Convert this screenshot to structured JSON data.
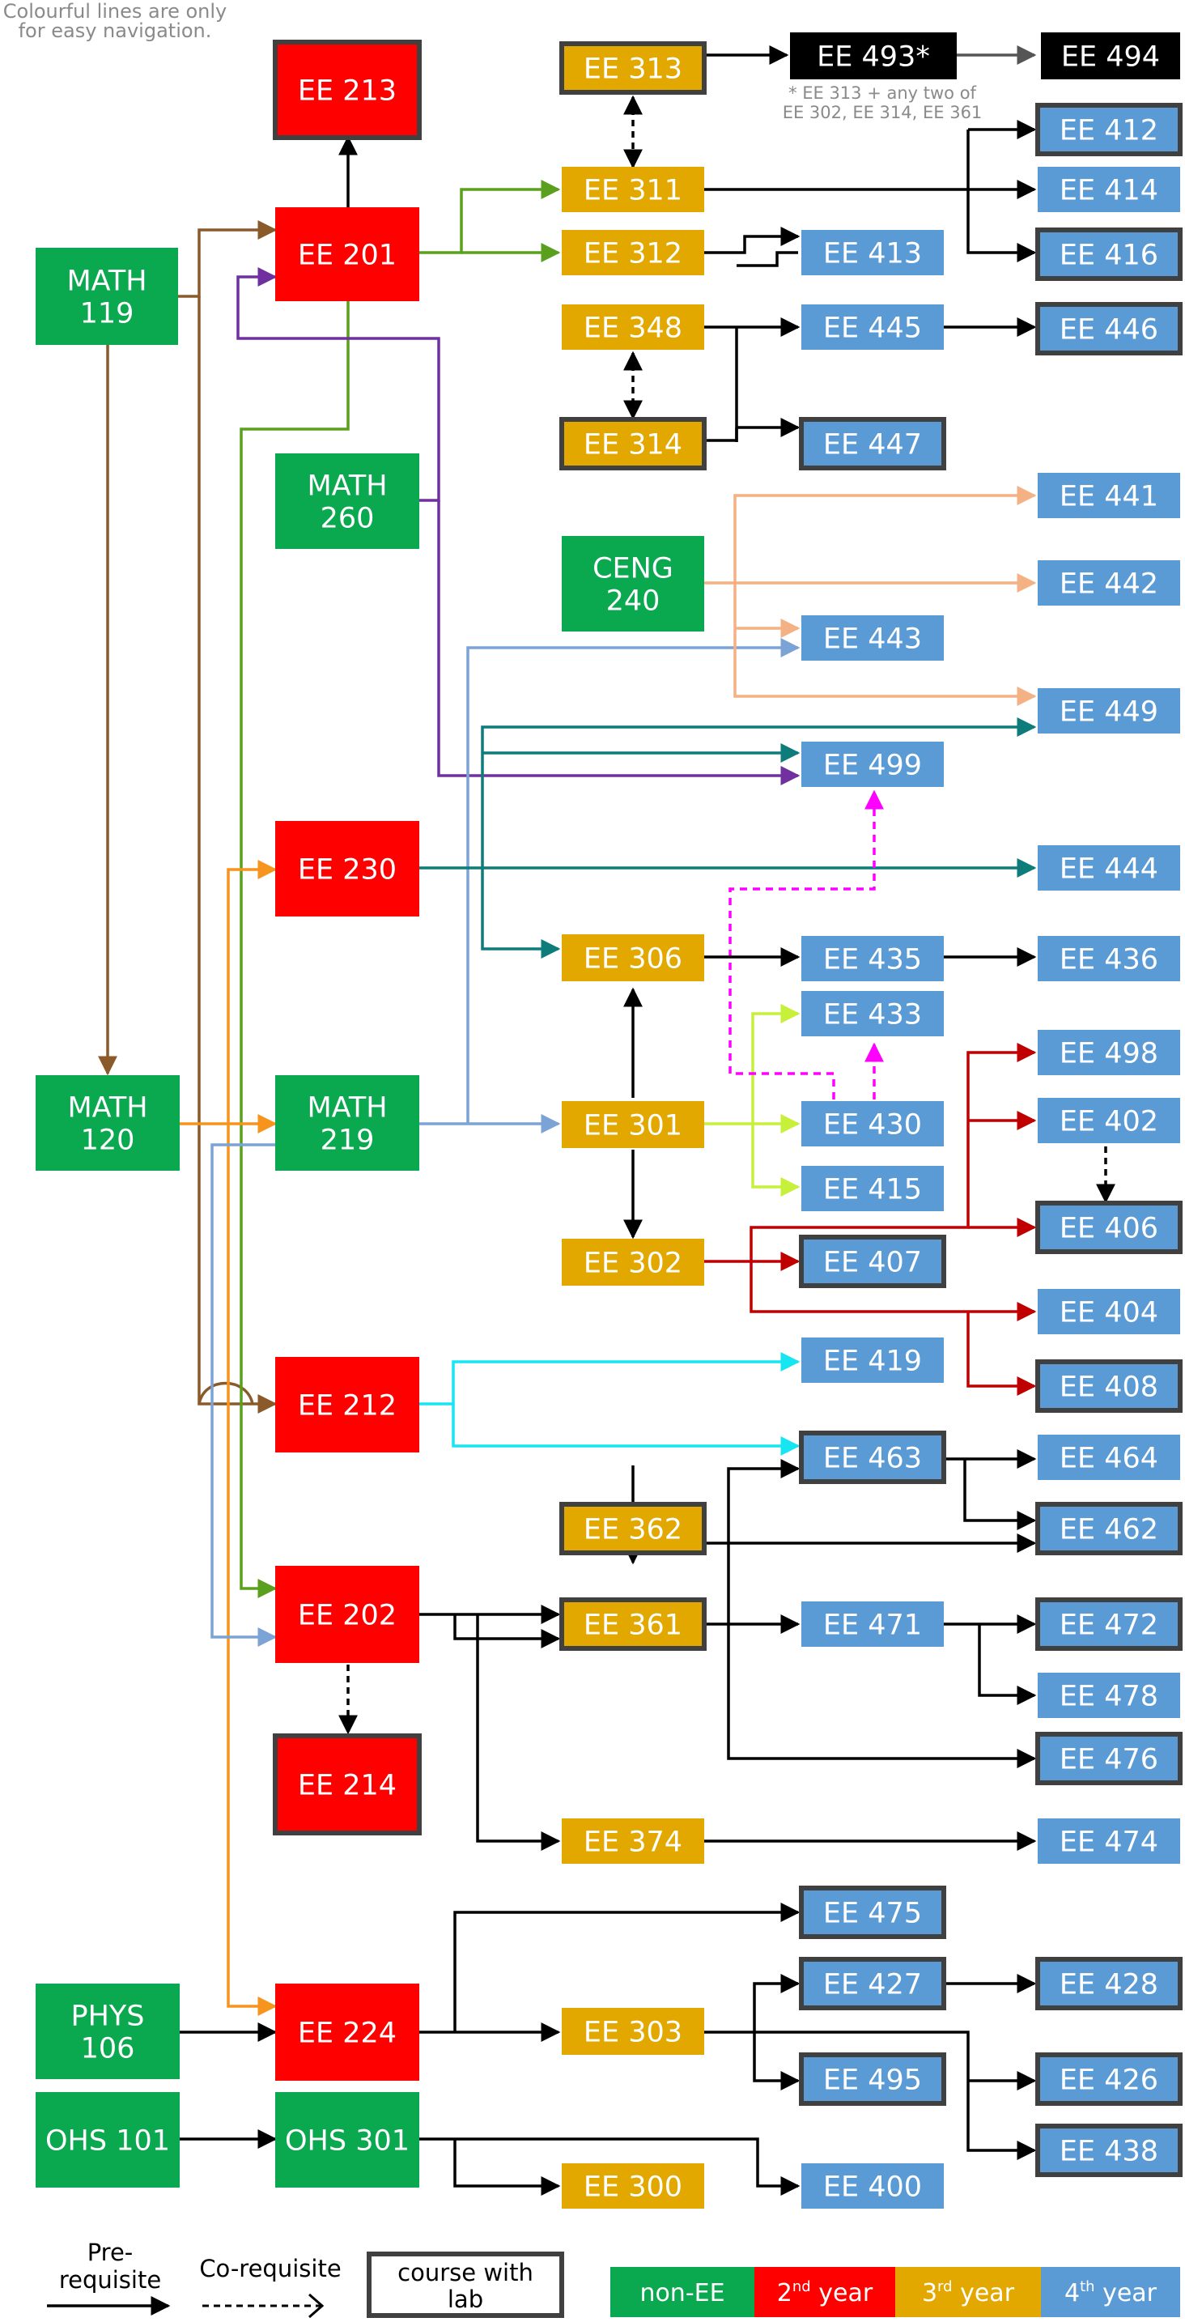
{
  "note": [
    "Colourful lines are only",
    "for easy navigation."
  ],
  "footnote": [
    "* EE 313 + any two of",
    "EE 302, EE 314, EE 361"
  ],
  "colors": {
    "non_ee": "#0aa84f",
    "second_year": "#ff0000",
    "third_year": "#e2a800",
    "fourth_year": "#5b9bd5",
    "capstone": "#000000",
    "lab_border": "#404040"
  },
  "courses": {
    "math119": [
      "MATH",
      "119"
    ],
    "math120": [
      "MATH",
      "120"
    ],
    "math260": [
      "MATH",
      "260"
    ],
    "math219": [
      "MATH",
      "219"
    ],
    "phys106": [
      "PHYS",
      "106"
    ],
    "ohs101": [
      "OHS 101"
    ],
    "ohs301": [
      "OHS 301"
    ],
    "ceng240": [
      "CENG",
      "240"
    ],
    "ee213": [
      "EE 213"
    ],
    "ee201": [
      "EE 201"
    ],
    "ee230": [
      "EE 230"
    ],
    "ee212": [
      "EE 212"
    ],
    "ee202": [
      "EE 202"
    ],
    "ee214": [
      "EE 214"
    ],
    "ee224": [
      "EE 224"
    ],
    "ee313": [
      "EE 313"
    ],
    "ee311": [
      "EE 311"
    ],
    "ee312": [
      "EE 312"
    ],
    "ee348": [
      "EE 348"
    ],
    "ee314": [
      "EE 314"
    ],
    "ee306": [
      "EE 306"
    ],
    "ee301": [
      "EE 301"
    ],
    "ee302": [
      "EE 302"
    ],
    "ee362": [
      "EE 362"
    ],
    "ee361": [
      "EE 361"
    ],
    "ee374": [
      "EE 374"
    ],
    "ee303": [
      "EE 303"
    ],
    "ee300": [
      "EE 300"
    ],
    "ee493": [
      "EE 493*"
    ],
    "ee494": [
      "EE 494"
    ],
    "ee413": [
      "EE 413"
    ],
    "ee445": [
      "EE 445"
    ],
    "ee447": [
      "EE 447"
    ],
    "ee443": [
      "EE 443"
    ],
    "ee499": [
      "EE 499"
    ],
    "ee435": [
      "EE 435"
    ],
    "ee433": [
      "EE 433"
    ],
    "ee430": [
      "EE 430"
    ],
    "ee415": [
      "EE 415"
    ],
    "ee407": [
      "EE 407"
    ],
    "ee419": [
      "EE 419"
    ],
    "ee463": [
      "EE 463"
    ],
    "ee471": [
      "EE 471"
    ],
    "ee475": [
      "EE 475"
    ],
    "ee427": [
      "EE 427"
    ],
    "ee495": [
      "EE 495"
    ],
    "ee400": [
      "EE 400"
    ],
    "ee412": [
      "EE 412"
    ],
    "ee414": [
      "EE 414"
    ],
    "ee416": [
      "EE 416"
    ],
    "ee446": [
      "EE 446"
    ],
    "ee441": [
      "EE 441"
    ],
    "ee442": [
      "EE 442"
    ],
    "ee449": [
      "EE 449"
    ],
    "ee444": [
      "EE 444"
    ],
    "ee436": [
      "EE 436"
    ],
    "ee498": [
      "EE 498"
    ],
    "ee402": [
      "EE 402"
    ],
    "ee406": [
      "EE 406"
    ],
    "ee404": [
      "EE 404"
    ],
    "ee408": [
      "EE 408"
    ],
    "ee464": [
      "EE 464"
    ],
    "ee462": [
      "EE 462"
    ],
    "ee472": [
      "EE 472"
    ],
    "ee478": [
      "EE 478"
    ],
    "ee476": [
      "EE 476"
    ],
    "ee474": [
      "EE 474"
    ],
    "ee428": [
      "EE 428"
    ],
    "ee426": [
      "EE 426"
    ],
    "ee438": [
      "EE 438"
    ]
  },
  "legend": {
    "prerequisite": [
      "Pre-",
      "requisite"
    ],
    "corequisite": "Co-requisite",
    "lab": [
      "course with",
      "lab"
    ],
    "non_ee": "non-EE",
    "second_year": {
      "number": "2",
      "suffix": "nd",
      "word": " year"
    },
    "third_year": {
      "number": "3",
      "suffix": "rd",
      "word": " year"
    },
    "fourth_year": {
      "number": "4",
      "suffix": "th",
      "word": " year"
    }
  }
}
